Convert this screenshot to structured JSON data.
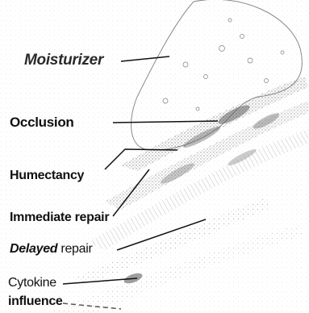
{
  "labels": {
    "moisturizer": "Moisturizer",
    "occlusion": "Occlusion",
    "humectancy": "Humectancy",
    "immediate_repair": "Immediate repair",
    "delayed_part1": "Delayed",
    "delayed_part2": " repair",
    "cytokine": "Cytokine",
    "influence": "influence"
  },
  "colors": {
    "ink": "#111111",
    "shading": "#7a7a7a",
    "background": "#ffffff"
  }
}
